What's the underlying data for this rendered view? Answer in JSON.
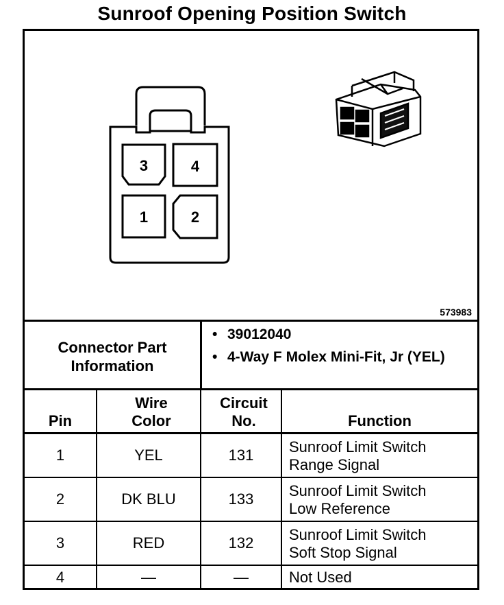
{
  "title": "Sunroof Opening Position Switch",
  "figure": {
    "id": "573983",
    "pin_labels": [
      "3",
      "4",
      "1",
      "2"
    ]
  },
  "connector_part": {
    "label": "Connector Part Information",
    "items": [
      "39012040",
      "4-Way F Molex Mini-Fit, Jr (YEL)"
    ]
  },
  "table": {
    "headers": {
      "pin": "Pin",
      "wire_color": "Wire Color",
      "circuit": "Circuit No.",
      "function": "Function"
    },
    "rows": [
      {
        "pin": "1",
        "wire_color": "YEL",
        "circuit": "131",
        "function": "Sunroof Limit Switch Range Signal"
      },
      {
        "pin": "2",
        "wire_color": "DK BLU",
        "circuit": "133",
        "function": "Sunroof Limit Switch Low Reference"
      },
      {
        "pin": "3",
        "wire_color": "RED",
        "circuit": "132",
        "function": "Sunroof Limit Switch Soft Stop Signal"
      },
      {
        "pin": "4",
        "wire_color": "—",
        "circuit": "—",
        "function": "Not Used"
      }
    ]
  }
}
